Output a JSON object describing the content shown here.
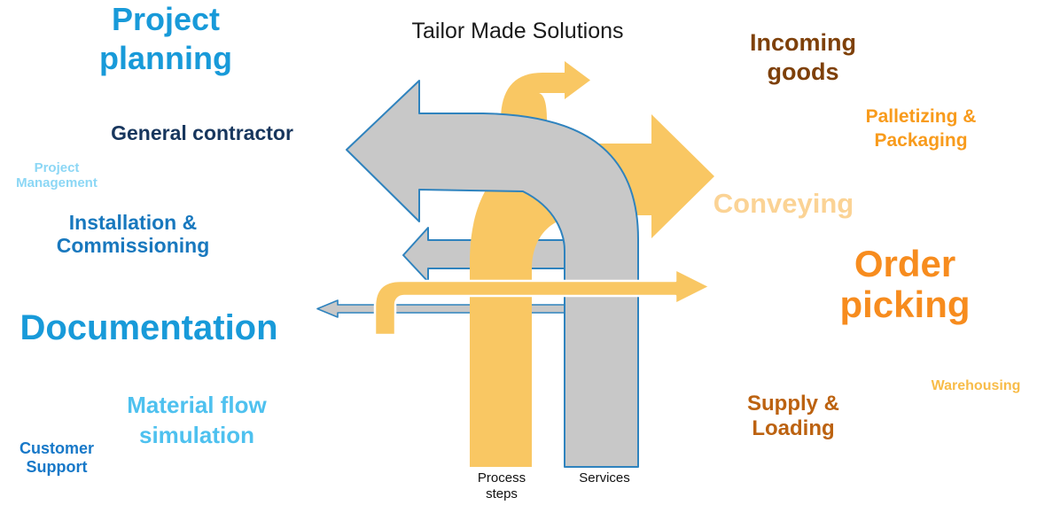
{
  "title": {
    "text": "Tailor Made Solutions"
  },
  "labels": {
    "project_planning": {
      "text": "Project\nplanning",
      "color": "#189AD9"
    },
    "general_contractor": {
      "text": "General contractor",
      "color": "#17365D"
    },
    "project_management": {
      "text": "Project\nManagement",
      "color": "#8CD7F5"
    },
    "installation_commissioning": {
      "text": "Installation &\nCommissioning",
      "color": "#1878BE"
    },
    "documentation": {
      "text": "Documentation",
      "color": "#189AD9"
    },
    "material_flow_simulation": {
      "text": "Material flow\nsimulation",
      "color": "#4EC1EF"
    },
    "customer_support": {
      "text": "Customer\nSupport",
      "color": "#1778C8"
    },
    "incoming_goods": {
      "text": "Incoming\ngoods",
      "color": "#7E4009"
    },
    "palletizing_packaging": {
      "text": "Palletizing &\nPackaging",
      "color": "#F89B1C"
    },
    "conveying": {
      "text": "Conveying",
      "color": "#FBD395"
    },
    "order_picking": {
      "text": "Order picking",
      "color": "#F78C1E"
    },
    "supply_loading": {
      "text": "Supply &\nLoading",
      "color": "#BC6210"
    },
    "warehousing": {
      "text": "Warehousing",
      "color": "#F8BC49"
    }
  },
  "legend": {
    "process_steps": {
      "text": "Process\nsteps",
      "band_color": "#F9C763"
    },
    "services": {
      "text": "Services",
      "band_color": "#C8C8C8"
    }
  },
  "colors": {
    "arrow_yellow": "#F9C763",
    "arrow_gray": "#C8C8C8",
    "arrow_outline_blue": "#2F83BE",
    "thin_yellow_outline": "#FFFFFF",
    "background": "#FFFFFF"
  },
  "arrows": [
    {
      "id": "services-flow-arrow",
      "color": "#C8C8C8",
      "outline": "#2F83BE",
      "description": "gray band rising from Services column, bending left into a large left-pointing arrow"
    },
    {
      "id": "process-steps-flow-arrow",
      "color": "#F9C763",
      "outline": "none",
      "description": "yellow band rising from Process steps column, bending right into a large right-pointing arrow"
    },
    {
      "id": "branch-arrow-top",
      "color": "#F9C763",
      "outline": "none",
      "description": "small yellow arrow branching up and to the right from the gray band"
    },
    {
      "id": "medium-gray-left-arrow",
      "color": "#C8C8C8",
      "outline": "#2F83BE",
      "description": "medium gray arrow pointing left, from Services band behind Process steps band"
    },
    {
      "id": "thin-gray-left-arrow",
      "color": "#C8C8C8",
      "outline": "#2F83BE",
      "description": "thin gray arrow pointing left from Services band"
    },
    {
      "id": "thin-yellow-right-arrow",
      "color": "#F9C763",
      "outline": "#FFFFFF",
      "description": "thin yellow arrow hooking up from below and pointing far right"
    }
  ]
}
